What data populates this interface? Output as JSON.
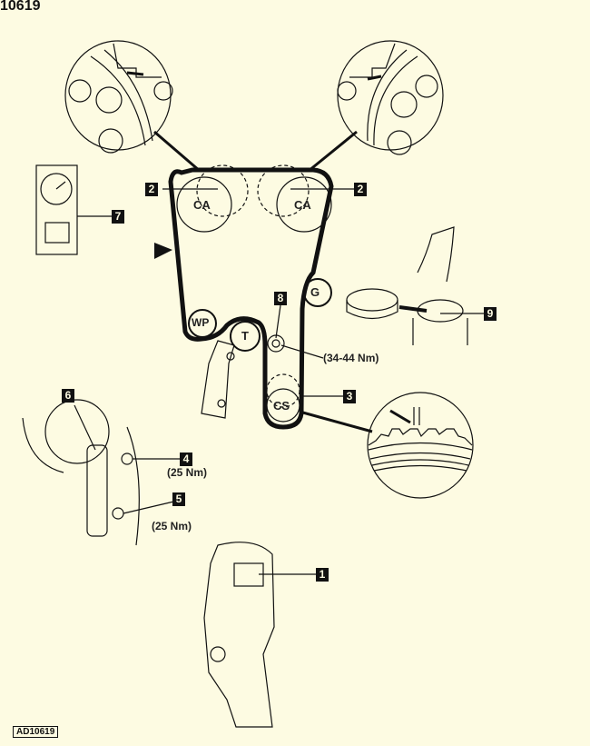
{
  "header": {
    "title": "10619"
  },
  "reference": "AD10619",
  "pulleys": {
    "ca_left": "CA",
    "ca_right": "CA",
    "wp": "WP",
    "t": "T",
    "g": "G",
    "cs": "CS"
  },
  "callouts": {
    "c1": "1",
    "c2a": "2",
    "c2b": "2",
    "c3": "3",
    "c4": "4",
    "c5": "5",
    "c6": "6",
    "c7": "7",
    "c8": "8",
    "c9": "9"
  },
  "torques": {
    "tensioner": "(34-44 Nm)",
    "bolt4": "(25 Nm)",
    "bolt5": "(25 Nm)"
  }
}
